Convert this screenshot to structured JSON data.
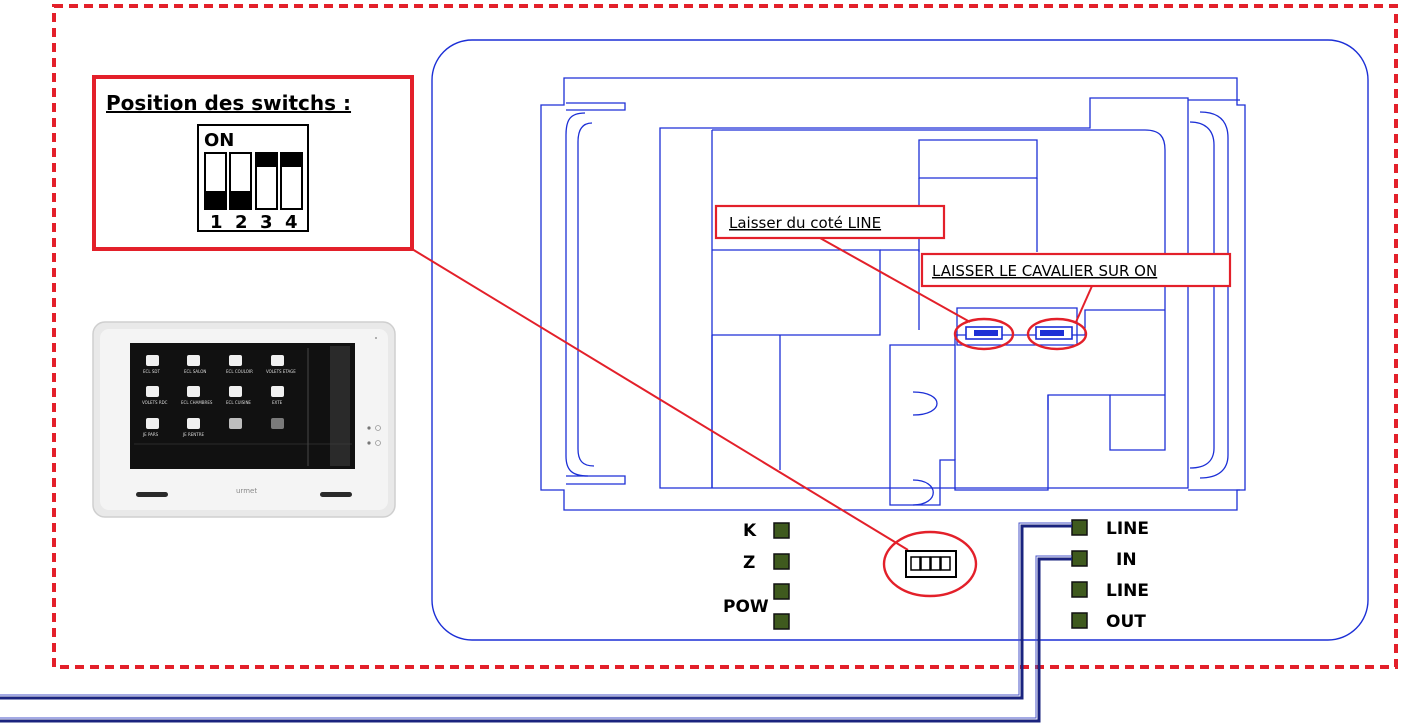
{
  "switch_panel": {
    "title": "Position des switchs :",
    "on_label": "ON",
    "switches": [
      {
        "number": "1",
        "state": "on"
      },
      {
        "number": "2",
        "state": "on"
      },
      {
        "number": "3",
        "state": "off"
      },
      {
        "number": "4",
        "state": "off"
      }
    ]
  },
  "callouts": {
    "line_side": "Laisser du coté LINE",
    "jumper_on": "LAISSER LE CAVALIER SUR ON"
  },
  "terminals_left": [
    "K",
    "Z",
    "POW"
  ],
  "terminals_right": [
    "LINE",
    "IN",
    "LINE",
    "OUT"
  ],
  "monitor": {
    "brand": "urmet",
    "icons": [
      {
        "label": "ECL SDT"
      },
      {
        "label": "ECL SALON"
      },
      {
        "label": "ECL COULOIR"
      },
      {
        "label": "VOLETS ETAGE"
      },
      {
        "label": "VOLETS RDC"
      },
      {
        "label": "ECL CHAMBRES"
      },
      {
        "label": "ECL CUISINE"
      },
      {
        "label": "EXTE"
      },
      {
        "label": "JE PARS"
      },
      {
        "label": "JE RENTRE"
      },
      {
        "label": ""
      },
      {
        "label": ""
      }
    ]
  },
  "colors": {
    "border_dashed": "#e3202a",
    "callout_red": "#e3202a",
    "outline_blue": "#1c2fd6",
    "wire_navy": "#1a237e",
    "terminal_green": "#3f5a1e",
    "monitor_body": "#e9e9e9",
    "monitor_screen": "#111111"
  }
}
